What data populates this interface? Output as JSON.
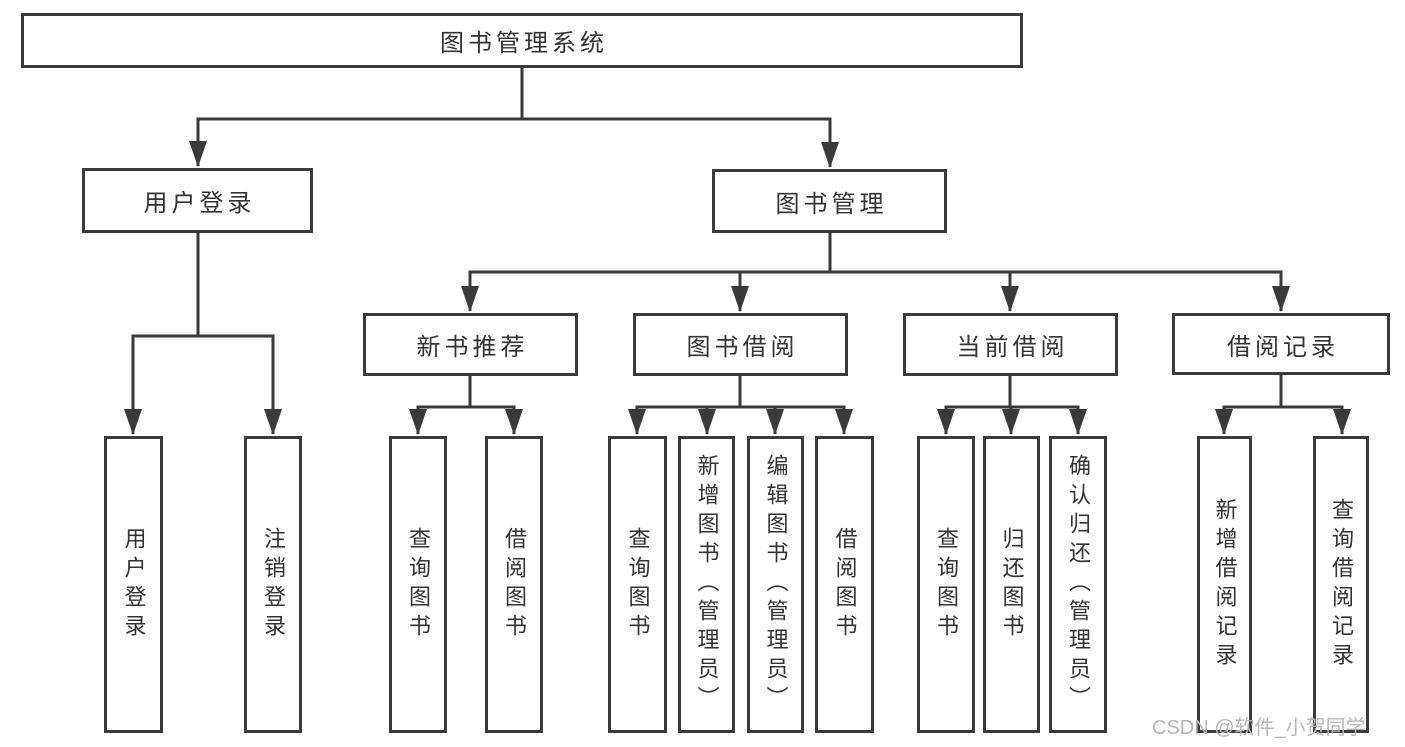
{
  "tree": {
    "root": {
      "label": "图书管理系统"
    },
    "children": [
      {
        "label": "用户登录",
        "children": [
          {
            "label": "用户登录"
          },
          {
            "label": "注销登录"
          }
        ]
      },
      {
        "label": "图书管理",
        "children": [
          {
            "label": "新书推荐",
            "children": [
              {
                "label": "查询图书"
              },
              {
                "label": "借阅图书"
              }
            ]
          },
          {
            "label": "图书借阅",
            "children": [
              {
                "label": "查询图书"
              },
              {
                "label": "新增图书（管理员）"
              },
              {
                "label": "编辑图书（管理员）"
              },
              {
                "label": "借阅图书"
              }
            ]
          },
          {
            "label": "当前借阅",
            "children": [
              {
                "label": "查询图书"
              },
              {
                "label": "归还图书"
              },
              {
                "label": "确认归还（管理员）"
              }
            ]
          },
          {
            "label": "借阅记录",
            "children": [
              {
                "label": "新增借阅记录"
              },
              {
                "label": "查询借阅记录"
              }
            ]
          }
        ]
      }
    ]
  },
  "watermark": "CSDN @软件_小贺同学",
  "colors": {
    "line": "#3a3a3a",
    "text": "#333333",
    "watermark": "#b6b6b6",
    "background": "#ffffff"
  }
}
